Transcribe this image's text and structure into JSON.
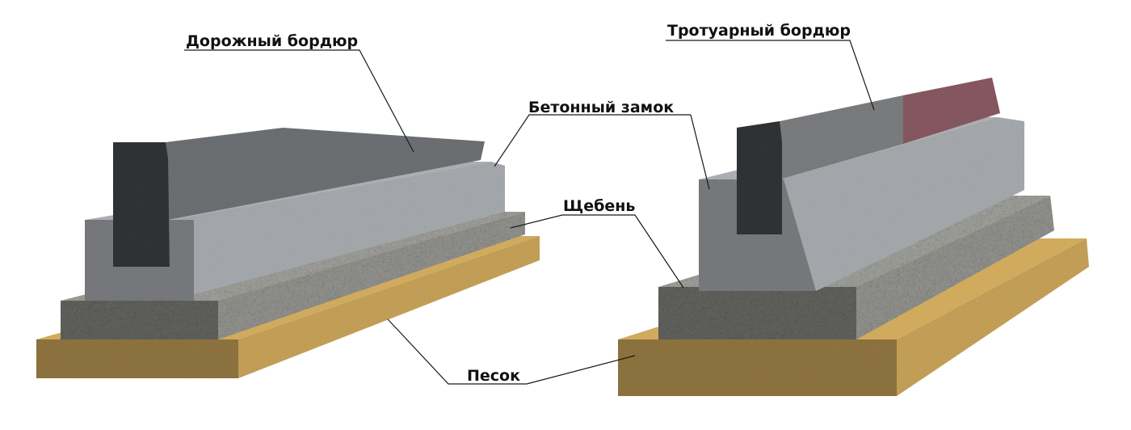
{
  "labels": {
    "road_curb": "Дорожный бордюр",
    "sidewalk_curb": "Тротуарный бордюр",
    "concrete_lock": "Бетонный замок",
    "gravel": "Щебень",
    "sand": "Песок"
  },
  "colors": {
    "sand": "#c9a45a",
    "gravel": "#8a8a86",
    "concrete_lock": "#a9acb0",
    "road_curb": "#6f7275",
    "sidewalk_curb_grey": "#7d7f81",
    "sidewalk_curb_red": "#8a5a63",
    "leader_line": "#1a1a1a"
  }
}
